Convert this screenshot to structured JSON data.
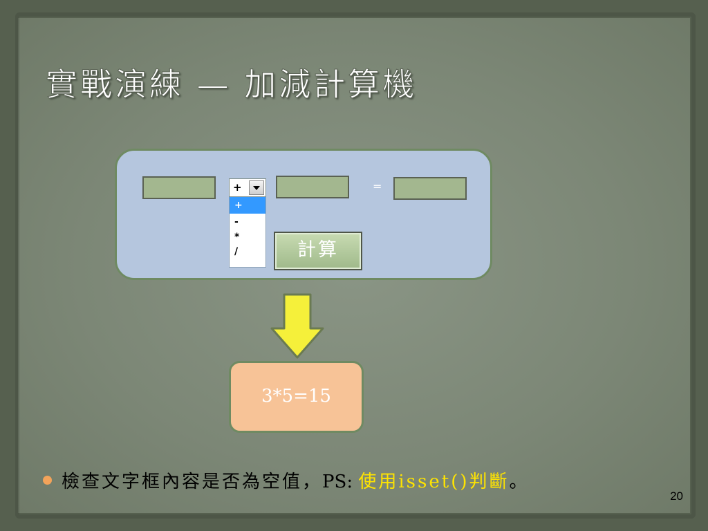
{
  "slide": {
    "title": "實戰演練 — 加減計算機",
    "number": "20"
  },
  "calculator": {
    "operand1_value": "",
    "operand2_value": "",
    "equals_sign": "=",
    "result_value": "",
    "operator": {
      "selected": "+",
      "options": [
        "+",
        "-",
        "*",
        "/"
      ]
    },
    "button_label": "計算"
  },
  "output": {
    "text": "3*5=15"
  },
  "note": {
    "text_before": "檢查文字框內容是否為空值，",
    "ps_label": "PS: ",
    "highlight": "使用isset()判斷",
    "text_after": "。"
  },
  "colors": {
    "panel_bg": "#b5c6de",
    "input_bg": "#a3b78f",
    "result_bg": "#f7c397",
    "arrow": "#f5f03a",
    "highlight": "#ffe400",
    "bullet": "#f3a35a",
    "selected_option": "#3399ff"
  },
  "icons": {
    "dropdown": "chevron-down-icon",
    "flow": "arrow-down-icon",
    "bullet": "bullet-dot-icon"
  }
}
